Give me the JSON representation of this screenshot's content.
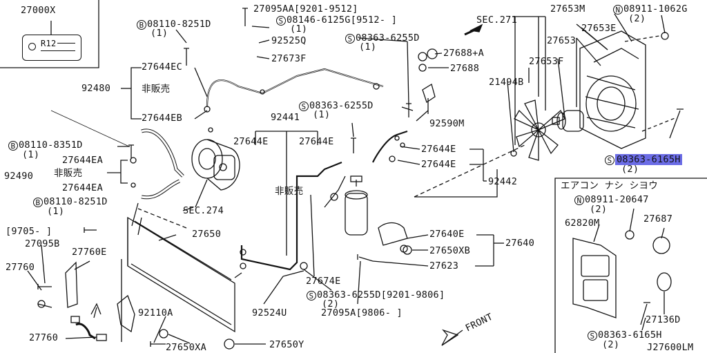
{
  "title_code": "J27600LM",
  "kit_code": "27000X",
  "label_plate": "R12",
  "not_sold": "非販売",
  "aircon_header": "エアコン ナシ シヨウ",
  "front": "FRONT",
  "labels": [
    {
      "id": "l27095AA",
      "text": "27095AA[9201-9512]"
    },
    {
      "id": "l08146",
      "text": "08146-6125G[9512-  ]",
      "mark": "S"
    },
    {
      "id": "l08146q",
      "text": "(1)"
    },
    {
      "id": "l92525Q",
      "text": "92525Q"
    },
    {
      "id": "l27673F",
      "text": "27673F"
    },
    {
      "id": "l08110a",
      "text": "08110-8251D",
      "mark": "B"
    },
    {
      "id": "l08110aq",
      "text": "(1)"
    },
    {
      "id": "l08363a",
      "text": "08363-6255D",
      "mark": "S"
    },
    {
      "id": "l08363aq",
      "text": "(1)"
    },
    {
      "id": "lSEC271",
      "text": "SEC.271"
    },
    {
      "id": "l27688A",
      "text": "27688+A"
    },
    {
      "id": "l27688",
      "text": "27688"
    },
    {
      "id": "l27644EC",
      "text": "27644EC"
    },
    {
      "id": "l92480",
      "text": "92480"
    },
    {
      "id": "l27644EB",
      "text": "27644EB"
    },
    {
      "id": "l08363b",
      "text": "08363-6255D",
      "mark": "S"
    },
    {
      "id": "l08363bq",
      "text": "(1)"
    },
    {
      "id": "l92441",
      "text": "92441"
    },
    {
      "id": "l92590M",
      "text": "92590M"
    },
    {
      "id": "l08110b",
      "text": "08110-8351D",
      "mark": "B"
    },
    {
      "id": "l08110bq",
      "text": "(1)"
    },
    {
      "id": "l27644E1",
      "text": "27644E"
    },
    {
      "id": "l27644E2",
      "text": "27644E"
    },
    {
      "id": "l27644E3",
      "text": "27644E"
    },
    {
      "id": "l27644E4",
      "text": "27644E"
    },
    {
      "id": "l27644EA1",
      "text": "27644EA"
    },
    {
      "id": "l92490",
      "text": "92490"
    },
    {
      "id": "l27644EA2",
      "text": "27644EA"
    },
    {
      "id": "l92442",
      "text": "92442"
    },
    {
      "id": "l08110c",
      "text": "08110-8251D",
      "mark": "B"
    },
    {
      "id": "l08110cq",
      "text": "(1)"
    },
    {
      "id": "lSEC274",
      "text": "SEC.274"
    },
    {
      "id": "l9705",
      "text": "[9705-  ]"
    },
    {
      "id": "l27650",
      "text": "27650"
    },
    {
      "id": "l27095B",
      "text": "27095B"
    },
    {
      "id": "l27760a",
      "text": "27760"
    },
    {
      "id": "l27760E",
      "text": "27760E"
    },
    {
      "id": "l27640E",
      "text": "27640E"
    },
    {
      "id": "l27640",
      "text": "27640"
    },
    {
      "id": "l27650XB",
      "text": "27650XB"
    },
    {
      "id": "l27623",
      "text": "27623"
    },
    {
      "id": "l27674E",
      "text": "27674E"
    },
    {
      "id": "l08363c",
      "text": "08363-6255D[9201-9806]",
      "mark": "S"
    },
    {
      "id": "l08363cq",
      "text": "(2)"
    },
    {
      "id": "l92524U",
      "text": "92524U"
    },
    {
      "id": "l27095A",
      "text": "27095A[9806-   ]"
    },
    {
      "id": "l92110A",
      "text": "92110A"
    },
    {
      "id": "l27760b",
      "text": "27760"
    },
    {
      "id": "l27650XA",
      "text": "27650XA"
    },
    {
      "id": "l27650Y",
      "text": "27650Y"
    },
    {
      "id": "l27653M",
      "text": "27653M"
    },
    {
      "id": "l08911a",
      "text": "08911-1062G",
      "mark": "N"
    },
    {
      "id": "l08911aq",
      "text": "(2)"
    },
    {
      "id": "l27653E",
      "text": "27653E"
    },
    {
      "id": "l27653",
      "text": "27653"
    },
    {
      "id": "l21494B",
      "text": "21494B"
    },
    {
      "id": "l27653F",
      "text": "27653F"
    },
    {
      "id": "l08363d",
      "text": "08363-6165H",
      "mark": "S",
      "highlight": true
    },
    {
      "id": "l08363dq",
      "text": "(2)"
    },
    {
      "id": "l08911b",
      "text": "08911-20647",
      "mark": "N"
    },
    {
      "id": "l08911bq",
      "text": "(2)"
    },
    {
      "id": "l62820M",
      "text": "62820M"
    },
    {
      "id": "l27687",
      "text": "27687"
    },
    {
      "id": "l27136D",
      "text": "27136D"
    },
    {
      "id": "l08363e",
      "text": "08363-6165H",
      "mark": "S"
    },
    {
      "id": "l08363eq",
      "text": "(2)"
    }
  ]
}
